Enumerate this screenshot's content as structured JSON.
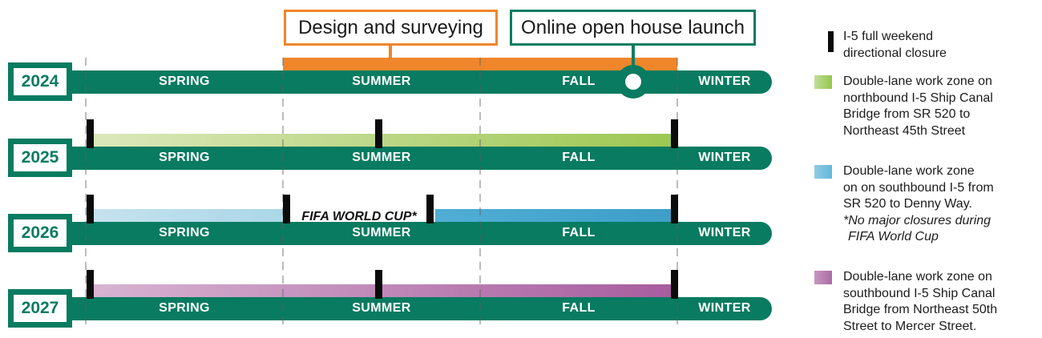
{
  "callouts": {
    "design_label": "Design and surveying",
    "open_house_label": "Online open house launch"
  },
  "years": [
    "2024",
    "2025",
    "2026",
    "2027"
  ],
  "seasons": [
    "SPRING",
    "SUMMER",
    "FALL",
    "WINTER"
  ],
  "fifa_label": "FIFA WORLD CUP*",
  "colors": {
    "timeline_green": "#087B60",
    "design_surveying_orange": "#F0862B",
    "open_house_teal": "#0E7C60",
    "closure_black": "#0B0B0B",
    "northbound_work_zone_green": [
      "#DCE8BC",
      "#9CC751"
    ],
    "southbound_denny_blue": [
      "#C6E2EE",
      "#3D9EC8"
    ],
    "southbound_mercer_purple": [
      "#D8B4D2",
      "#A75C9E"
    ]
  },
  "legend": {
    "closure": {
      "lines": [
        "I-5 full weekend",
        "directional closure"
      ]
    },
    "northbound": {
      "lines": [
        "Double-lane work zone on",
        "northbound I-5 Ship Canal",
        "Bridge from SR 520 to",
        "Northeast 45th Street"
      ]
    },
    "southbound_denny": {
      "lines": [
        "Double-lane work zone",
        "on on southbound I-5 from",
        "SR 520 to Denny Way."
      ],
      "italic_lines": [
        "*No major closures during",
        "FIFA World Cup"
      ]
    },
    "southbound_mercer": {
      "lines": [
        "Double-lane work zone on",
        "southbound I-5 Ship Canal",
        "Bridge from Northeast 50th",
        "Street to Mercer Street."
      ]
    }
  }
}
